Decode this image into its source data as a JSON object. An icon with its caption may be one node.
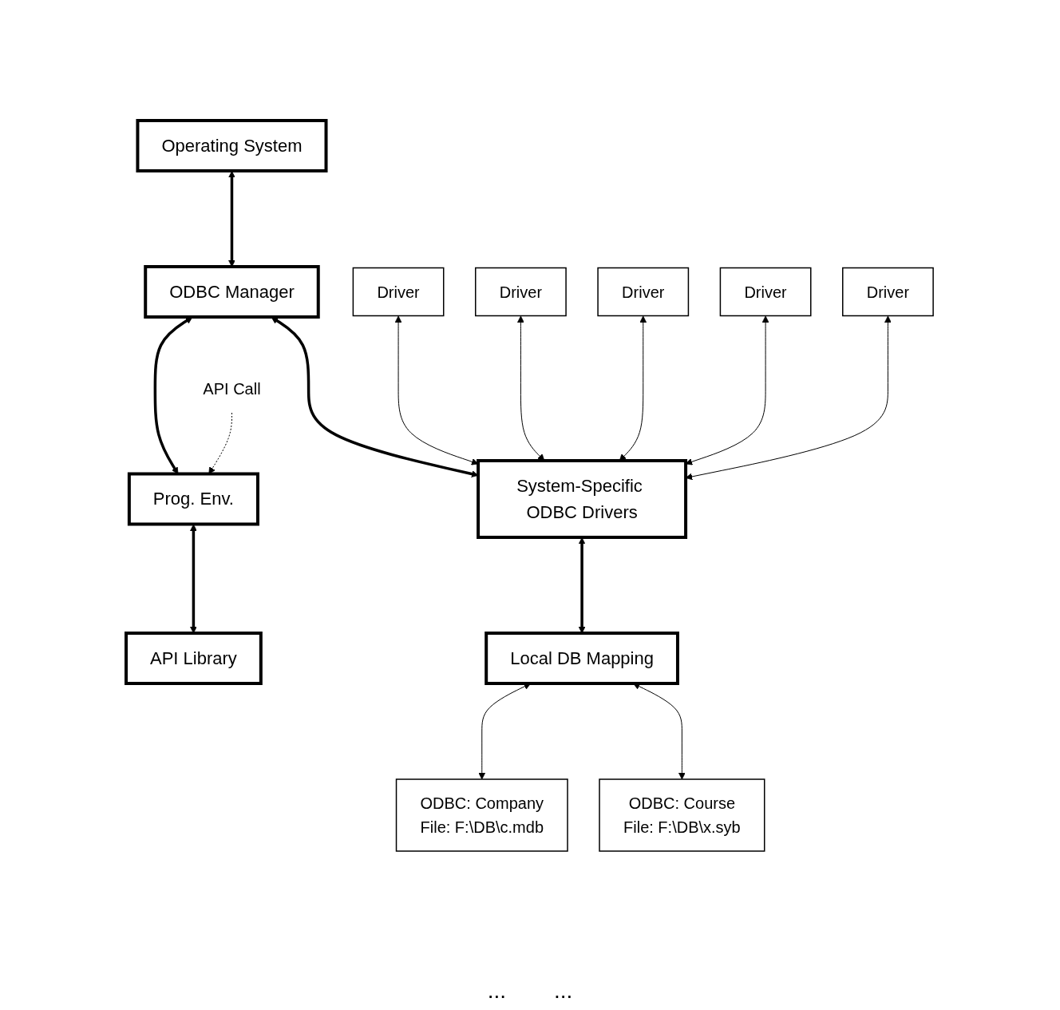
{
  "diagram": {
    "nodes": [
      {
        "text": [
          "Operating System"
        ]
      },
      {
        "text": [
          "ODBC Manager"
        ]
      },
      {
        "text": [
          "Prog. Env."
        ]
      },
      {
        "text": [
          "API Library"
        ]
      },
      {
        "text": [
          "Driver"
        ]
      },
      {
        "text": [
          "Driver"
        ]
      },
      {
        "text": [
          "Driver"
        ]
      },
      {
        "text": [
          "Driver"
        ]
      },
      {
        "text": [
          "Driver"
        ]
      },
      {
        "text": [
          "System-Specific ODBC Drivers"
        ]
      },
      {
        "text": [
          "Local DB Mapping"
        ]
      },
      {
        "text": [
          "ODBC: Company",
          "File: F:\\DB\\c.mdb"
        ]
      },
      {
        "text": [
          "ODBC: Course",
          "File: F:\\DB\\x.syb"
        ]
      },
      {
        "text": [
          "API Call"
        ]
      }
    ],
    "edges": [
      {
        "from": 0,
        "to": 1,
        "arrow": "both",
        "style": "thick"
      },
      {
        "from": 1,
        "to": 2,
        "arrow": "both",
        "style": "thick"
      },
      {
        "from": 13,
        "to": 2,
        "arrow": "to",
        "style": "dashed"
      },
      {
        "from": 2,
        "to": 3,
        "arrow": "both",
        "style": "thick"
      },
      {
        "from": 1,
        "to": 9,
        "arrow": "both",
        "style": "thick"
      },
      {
        "from": 4,
        "to": 9,
        "arrow": "both"
      },
      {
        "from": 5,
        "to": 9,
        "arrow": "both"
      },
      {
        "from": 6,
        "to": 9,
        "arrow": "both"
      },
      {
        "from": 7,
        "to": 9,
        "arrow": "both"
      },
      {
        "from": 8,
        "to": 9,
        "arrow": "both"
      },
      {
        "from": 9,
        "to": 10,
        "arrow": "both",
        "style": "thick"
      },
      {
        "from": 10,
        "to": 11,
        "arrow": "both"
      },
      {
        "from": 10,
        "to": 12,
        "arrow": "both"
      }
    ],
    "labels": [
      "...",
      "..."
    ]
  }
}
